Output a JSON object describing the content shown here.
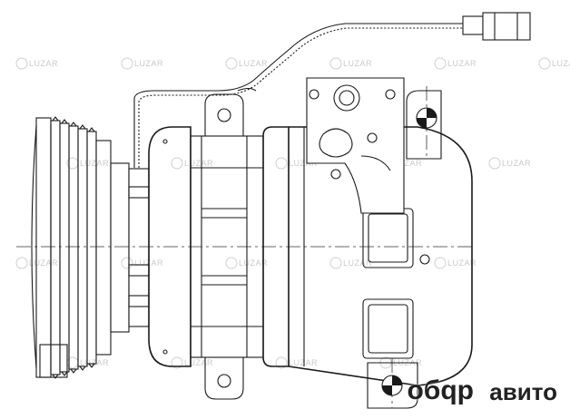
{
  "diagram": {
    "subject": "AC compressor technical line drawing",
    "watermark_text": "LUZAR",
    "colors": {
      "line": "#1a1a1a",
      "watermark": "#c9c9c9",
      "background": "#ffffff"
    }
  },
  "overlays": {
    "text_label": "авито",
    "logo_label": "oбqp"
  }
}
